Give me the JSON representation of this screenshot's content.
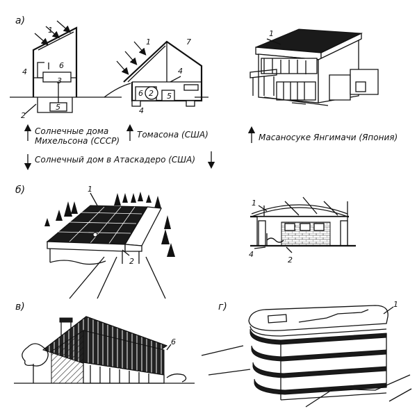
{
  "panels": {
    "a": "а)",
    "b": "б)",
    "v": "в)",
    "g": "г)"
  },
  "captions": {
    "mikhelson_line1": "Солнечные дома",
    "mikhelson_line2": "Михельсона (СССР)",
    "tomason": "Томасона (США)",
    "atascadero": "Солнечный дом в Атаскадеро (США)",
    "yanagimachi": "Масаносуке Янгимачи (Япония)"
  },
  "numbers": {
    "m_1": "1",
    "m_3": "3",
    "m_4": "4",
    "m_6": "6",
    "m_2": "2",
    "m_5": "5",
    "t_1": "1",
    "t_7": "7",
    "t_4": "4",
    "t_6": "6",
    "t_2": "2",
    "t_5": "5",
    "t_4b": "4",
    "y_1": "1",
    "b_1": "1",
    "b_2": "2",
    "c_1": "1",
    "c_4": "4",
    "c_2": "2",
    "v_6": "6",
    "g_1": "1"
  }
}
